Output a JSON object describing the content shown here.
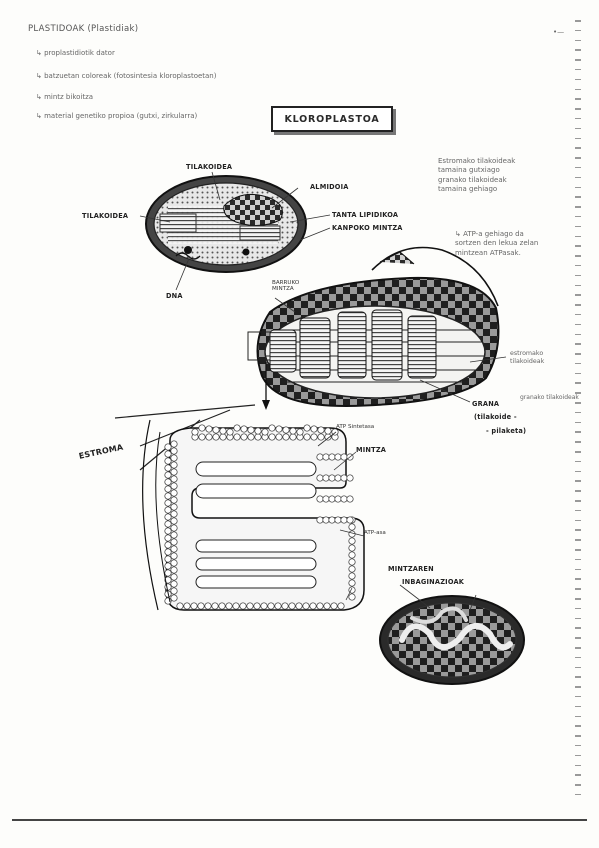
{
  "header": {
    "title": "PLASTIDOAK (Plastidiak)",
    "corner_mark": "•—"
  },
  "notes": [
    "↳ proplastidiotik dator",
    "↳ batzuetan coloreak (fotosintesia kloroplastoetan)",
    "↳ mintz bikoitza",
    "↳ material genetiko propioa (gutxi, zirkularra)"
  ],
  "diagram_title": "KLOROPLASTOA",
  "labels": {
    "tilakoidea_top": "TILAKOIDEA",
    "almidoia": "ALMIDOIA",
    "tilakoidea_left": "TILAKOIDEA",
    "tanta_lipidikoa": "TANTA LIPIDIKOA",
    "kanpoko_mintza": "KANPOKO MINTZA",
    "dna": "DNA",
    "barruko_mintza": "BARRUKO MINTZA",
    "estroma_tilakoideak": "estromako tilakoideak",
    "grana": "GRANA",
    "granako_tilakoideak": "granako tilakoideak",
    "grana_bracket_1": "(tilakoide -",
    "grana_bracket_2": "- pilaketa)",
    "estroma": "ESTROMA",
    "atp_sintetasa": "ATP Sintetasa",
    "mintza": "MINTZA",
    "atp_bottom": "ATP-asa",
    "mintzarev": "MINTZAREN",
    "inbaginazioak": "INBAGINAZIOAK"
  },
  "side_notes": [
    "Estromako tilakoideak",
    "tamaina gutxiago",
    "granako tilakoideak",
    "tamaina gehiago"
  ],
  "side_note_2": [
    "↳ ATP-a gehiago da",
    "sortzen den lekua zelan",
    "mintzean ATPasak."
  ]
}
